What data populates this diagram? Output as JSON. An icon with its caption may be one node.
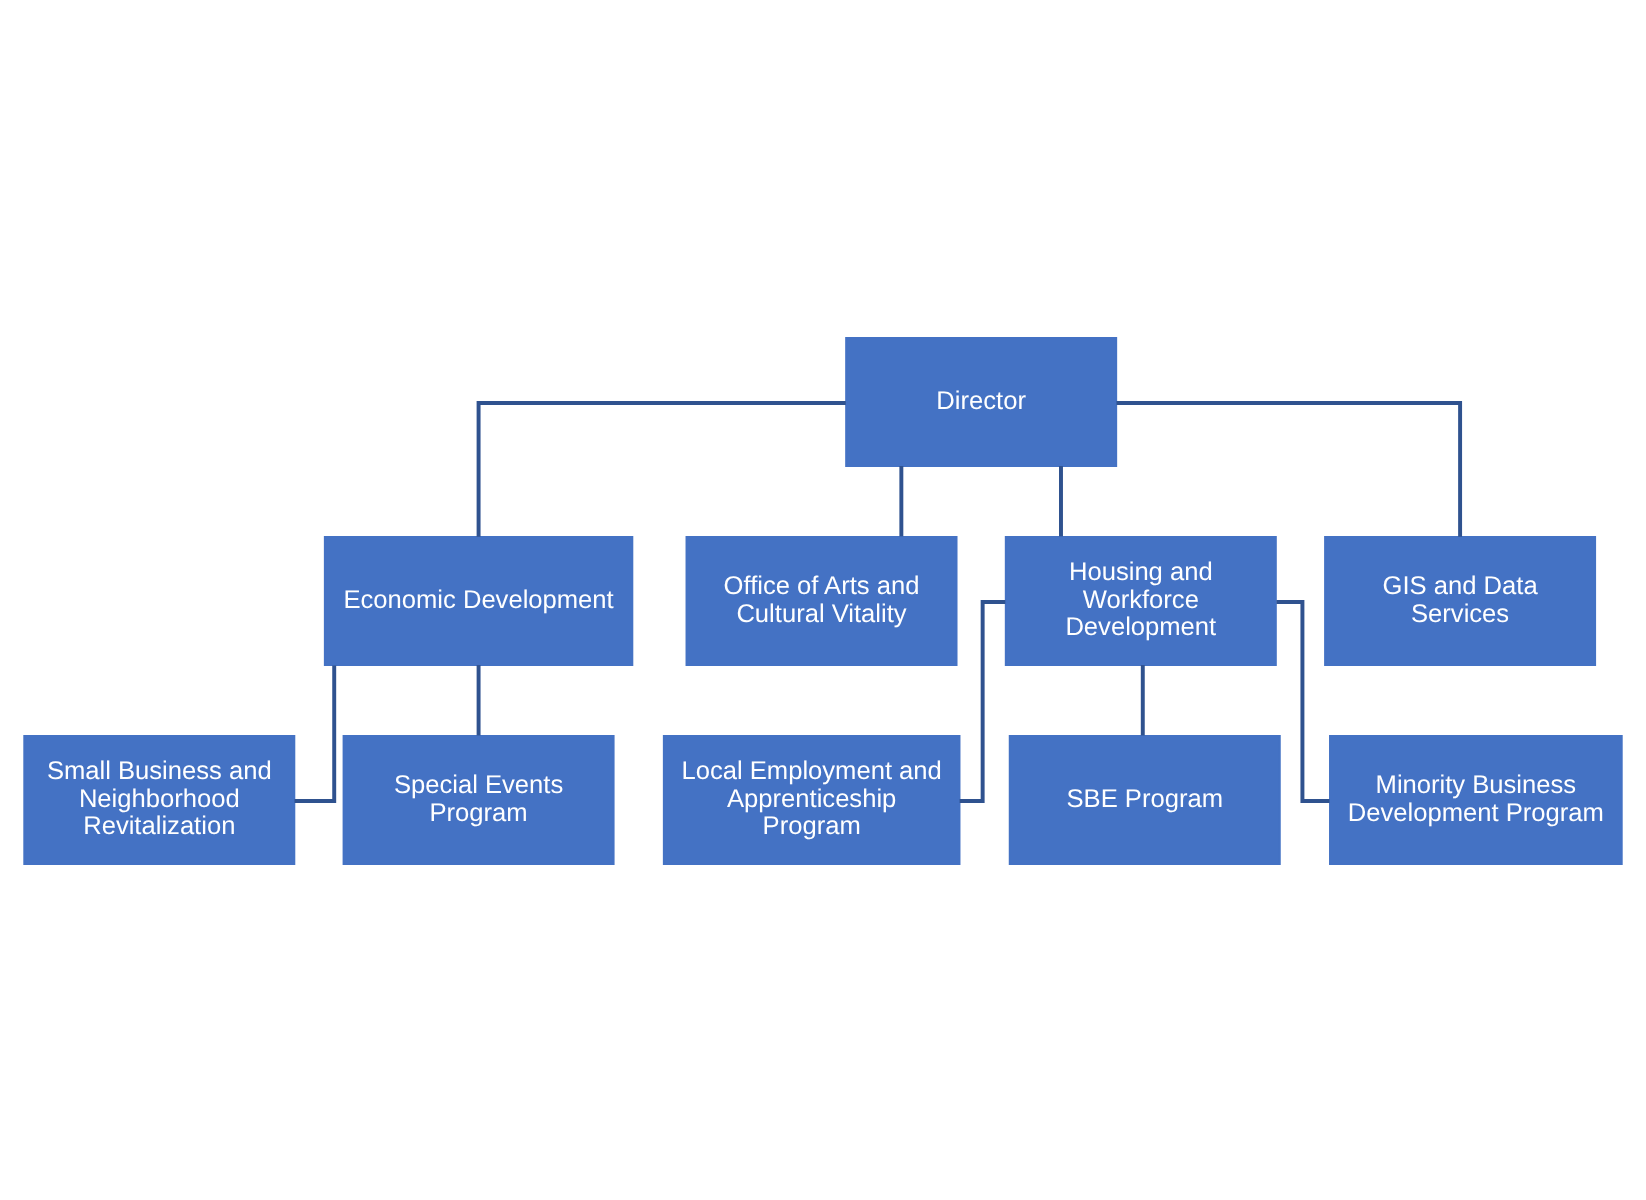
{
  "diagram": {
    "nodes": [
      {
        "text": [
          "Director"
        ]
      },
      {
        "text": [
          "Economic Development"
        ]
      },
      {
        "text": [
          "Office of Arts and Cultural Vitality"
        ]
      },
      {
        "text": [
          "Housing and Workforce Development"
        ]
      },
      {
        "text": [
          "GIS and Data Services"
        ]
      },
      {
        "text": [
          "Small Business and Neighborhood Revitalization"
        ]
      },
      {
        "text": [
          "Special Events Program"
        ]
      },
      {
        "text": [
          "Local Employment and Apprenticeship Program"
        ]
      },
      {
        "text": [
          "SBE Program"
        ]
      },
      {
        "text": [
          "Minority Business Development Program"
        ]
      }
    ],
    "edges": [
      {
        "from": 0,
        "to": 1,
        "arrow": "none"
      },
      {
        "from": 0,
        "to": 2,
        "arrow": "none"
      },
      {
        "from": 0,
        "to": 3,
        "arrow": "none"
      },
      {
        "from": 0,
        "to": 4,
        "arrow": "none"
      },
      {
        "from": 1,
        "to": 5,
        "arrow": "none"
      },
      {
        "from": 1,
        "to": 6,
        "arrow": "none"
      },
      {
        "from": 3,
        "to": 7,
        "arrow": "none"
      },
      {
        "from": 3,
        "to": 8,
        "arrow": "none"
      },
      {
        "from": 3,
        "to": 9,
        "arrow": "none"
      }
    ]
  }
}
